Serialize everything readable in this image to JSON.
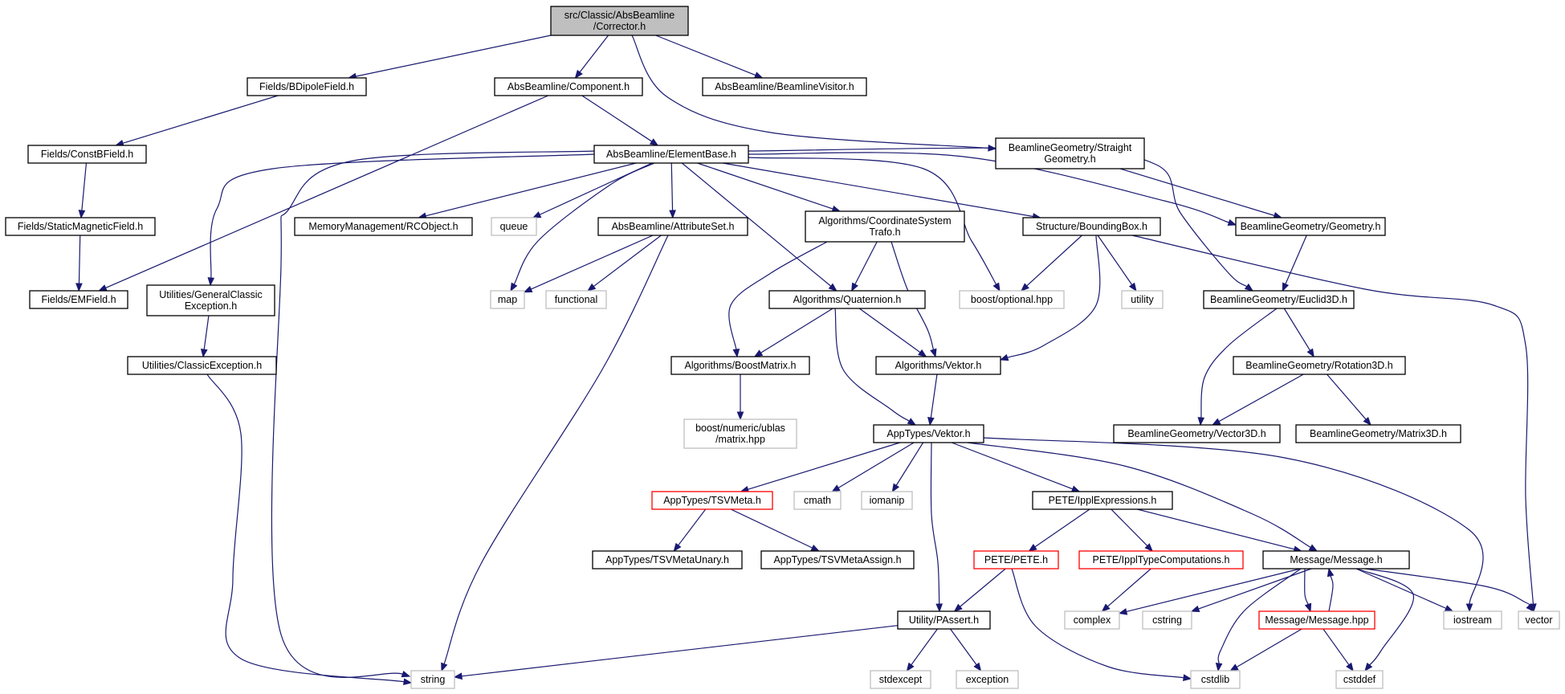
{
  "colors": {
    "edge": "#191970",
    "root_fill": "#bfbfbf",
    "default_border": "#000000",
    "system_border": "#bfbfbf",
    "truncated_border": "#ff0000"
  },
  "nodes": [
    {
      "id": "root",
      "lines": [
        "src/Classic/AbsBeamline",
        "/Corrector.h"
      ],
      "kind": "root"
    },
    {
      "id": "bdipole",
      "lines": [
        "Fields/BDipoleField.h"
      ],
      "kind": "default"
    },
    {
      "id": "component",
      "lines": [
        "AbsBeamline/Component.h"
      ],
      "kind": "default"
    },
    {
      "id": "visitor",
      "lines": [
        "AbsBeamline/BeamlineVisitor.h"
      ],
      "kind": "default"
    },
    {
      "id": "straight",
      "lines": [
        "BeamlineGeometry/Straight",
        "Geometry.h"
      ],
      "kind": "default"
    },
    {
      "id": "constb",
      "lines": [
        "Fields/ConstBField.h"
      ],
      "kind": "default"
    },
    {
      "id": "elementbase",
      "lines": [
        "AbsBeamline/ElementBase.h"
      ],
      "kind": "default"
    },
    {
      "id": "staticmag",
      "lines": [
        "Fields/StaticMagneticField.h"
      ],
      "kind": "default"
    },
    {
      "id": "rcobject",
      "lines": [
        "MemoryManagement/RCObject.h"
      ],
      "kind": "default"
    },
    {
      "id": "queue",
      "lines": [
        "queue"
      ],
      "kind": "system"
    },
    {
      "id": "attrset",
      "lines": [
        "AbsBeamline/AttributeSet.h"
      ],
      "kind": "default"
    },
    {
      "id": "coordtrafo",
      "lines": [
        "Algorithms/CoordinateSystem",
        "Trafo.h"
      ],
      "kind": "default"
    },
    {
      "id": "bbox",
      "lines": [
        "Structure/BoundingBox.h"
      ],
      "kind": "default"
    },
    {
      "id": "geometry",
      "lines": [
        "BeamlineGeometry/Geometry.h"
      ],
      "kind": "default"
    },
    {
      "id": "emfield",
      "lines": [
        "Fields/EMField.h"
      ],
      "kind": "default"
    },
    {
      "id": "genexc",
      "lines": [
        "Utilities/GeneralClassic",
        "Exception.h"
      ],
      "kind": "default"
    },
    {
      "id": "map",
      "lines": [
        "map"
      ],
      "kind": "system"
    },
    {
      "id": "functional",
      "lines": [
        "functional"
      ],
      "kind": "system"
    },
    {
      "id": "quaternion",
      "lines": [
        "Algorithms/Quaternion.h"
      ],
      "kind": "default"
    },
    {
      "id": "optional",
      "lines": [
        "boost/optional.hpp"
      ],
      "kind": "system"
    },
    {
      "id": "utility",
      "lines": [
        "utility"
      ],
      "kind": "system"
    },
    {
      "id": "euclid",
      "lines": [
        "BeamlineGeometry/Euclid3D.h"
      ],
      "kind": "default"
    },
    {
      "id": "classicexc",
      "lines": [
        "Utilities/ClassicException.h"
      ],
      "kind": "default"
    },
    {
      "id": "boostmatrix",
      "lines": [
        "Algorithms/BoostMatrix.h"
      ],
      "kind": "default"
    },
    {
      "id": "algvektor",
      "lines": [
        "Algorithms/Vektor.h"
      ],
      "kind": "default"
    },
    {
      "id": "rotation",
      "lines": [
        "BeamlineGeometry/Rotation3D.h"
      ],
      "kind": "default"
    },
    {
      "id": "ublas",
      "lines": [
        "boost/numeric/ublas",
        "/matrix.hpp"
      ],
      "kind": "system"
    },
    {
      "id": "appvektor",
      "lines": [
        "AppTypes/Vektor.h"
      ],
      "kind": "default"
    },
    {
      "id": "vector3d",
      "lines": [
        "BeamlineGeometry/Vector3D.h"
      ],
      "kind": "default"
    },
    {
      "id": "matrix3d",
      "lines": [
        "BeamlineGeometry/Matrix3D.h"
      ],
      "kind": "default"
    },
    {
      "id": "tsvmeta",
      "lines": [
        "AppTypes/TSVMeta.h"
      ],
      "kind": "truncated"
    },
    {
      "id": "cmath",
      "lines": [
        "cmath"
      ],
      "kind": "system"
    },
    {
      "id": "iomanip",
      "lines": [
        "iomanip"
      ],
      "kind": "system"
    },
    {
      "id": "ipplexpr",
      "lines": [
        "PETE/IpplExpressions.h"
      ],
      "kind": "default"
    },
    {
      "id": "tsvunary",
      "lines": [
        "AppTypes/TSVMetaUnary.h"
      ],
      "kind": "default"
    },
    {
      "id": "tsvassign",
      "lines": [
        "AppTypes/TSVMetaAssign.h"
      ],
      "kind": "default"
    },
    {
      "id": "pete",
      "lines": [
        "PETE/PETE.h"
      ],
      "kind": "truncated"
    },
    {
      "id": "ippltype",
      "lines": [
        "PETE/IpplTypeComputations.h"
      ],
      "kind": "truncated"
    },
    {
      "id": "message",
      "lines": [
        "Message/Message.h"
      ],
      "kind": "default"
    },
    {
      "id": "complex",
      "lines": [
        "complex"
      ],
      "kind": "system"
    },
    {
      "id": "cstring",
      "lines": [
        "cstring"
      ],
      "kind": "system"
    },
    {
      "id": "messagehpp",
      "lines": [
        "Message/Message.hpp"
      ],
      "kind": "truncated"
    },
    {
      "id": "iostream",
      "lines": [
        "iostream"
      ],
      "kind": "system"
    },
    {
      "id": "vector",
      "lines": [
        "vector"
      ],
      "kind": "system"
    },
    {
      "id": "passert",
      "lines": [
        "Utility/PAssert.h"
      ],
      "kind": "default"
    },
    {
      "id": "string",
      "lines": [
        "string"
      ],
      "kind": "system"
    },
    {
      "id": "stdexcept",
      "lines": [
        "stdexcept"
      ],
      "kind": "system"
    },
    {
      "id": "exception",
      "lines": [
        "exception"
      ],
      "kind": "system"
    },
    {
      "id": "cstdlib",
      "lines": [
        "cstdlib"
      ],
      "kind": "system"
    },
    {
      "id": "cstddef",
      "lines": [
        "cstddef"
      ],
      "kind": "system"
    }
  ],
  "edges": [
    {
      "from": "root",
      "to": "bdipole"
    },
    {
      "from": "root",
      "to": "component"
    },
    {
      "from": "root",
      "to": "visitor"
    },
    {
      "from": "root",
      "to": "straight"
    },
    {
      "from": "bdipole",
      "to": "constb"
    },
    {
      "from": "constb",
      "to": "staticmag"
    },
    {
      "from": "staticmag",
      "to": "emfield"
    },
    {
      "from": "component",
      "to": "emfield"
    },
    {
      "from": "component",
      "to": "elementbase"
    },
    {
      "from": "straight",
      "to": "geometry"
    },
    {
      "from": "elementbase",
      "to": "genexc"
    },
    {
      "from": "elementbase",
      "to": "string"
    },
    {
      "from": "elementbase",
      "to": "rcobject"
    },
    {
      "from": "elementbase",
      "to": "queue"
    },
    {
      "from": "elementbase",
      "to": "map"
    },
    {
      "from": "elementbase",
      "to": "attrset"
    },
    {
      "from": "elementbase",
      "to": "quaternion"
    },
    {
      "from": "elementbase",
      "to": "coordtrafo"
    },
    {
      "from": "elementbase",
      "to": "bbox"
    },
    {
      "from": "elementbase",
      "to": "optional"
    },
    {
      "from": "elementbase",
      "to": "geometry"
    },
    {
      "from": "elementbase",
      "to": "euclid"
    },
    {
      "from": "genexc",
      "to": "classicexc"
    },
    {
      "from": "classicexc",
      "to": "string"
    },
    {
      "from": "attrset",
      "to": "map"
    },
    {
      "from": "attrset",
      "to": "functional"
    },
    {
      "from": "attrset",
      "to": "string"
    },
    {
      "from": "coordtrafo",
      "to": "boostmatrix"
    },
    {
      "from": "coordtrafo",
      "to": "quaternion"
    },
    {
      "from": "coordtrafo",
      "to": "algvektor"
    },
    {
      "from": "quaternion",
      "to": "boostmatrix"
    },
    {
      "from": "quaternion",
      "to": "algvektor"
    },
    {
      "from": "quaternion",
      "to": "appvektor"
    },
    {
      "from": "bbox",
      "to": "optional"
    },
    {
      "from": "bbox",
      "to": "utility"
    },
    {
      "from": "bbox",
      "to": "algvektor"
    },
    {
      "from": "bbox",
      "to": "vector"
    },
    {
      "from": "geometry",
      "to": "euclid"
    },
    {
      "from": "euclid",
      "to": "rotation"
    },
    {
      "from": "euclid",
      "to": "vector3d"
    },
    {
      "from": "rotation",
      "to": "vector3d"
    },
    {
      "from": "rotation",
      "to": "matrix3d"
    },
    {
      "from": "boostmatrix",
      "to": "ublas"
    },
    {
      "from": "algvektor",
      "to": "appvektor"
    },
    {
      "from": "appvektor",
      "to": "tsvmeta"
    },
    {
      "from": "appvektor",
      "to": "cmath"
    },
    {
      "from": "appvektor",
      "to": "iomanip"
    },
    {
      "from": "appvektor",
      "to": "ipplexpr"
    },
    {
      "from": "appvektor",
      "to": "passert"
    },
    {
      "from": "appvektor",
      "to": "message"
    },
    {
      "from": "appvektor",
      "to": "iostream"
    },
    {
      "from": "tsvmeta",
      "to": "tsvunary"
    },
    {
      "from": "tsvmeta",
      "to": "tsvassign"
    },
    {
      "from": "ipplexpr",
      "to": "pete"
    },
    {
      "from": "ipplexpr",
      "to": "ippltype"
    },
    {
      "from": "ipplexpr",
      "to": "message"
    },
    {
      "from": "pete",
      "to": "passert"
    },
    {
      "from": "pete",
      "to": "cstdlib"
    },
    {
      "from": "ippltype",
      "to": "complex"
    },
    {
      "from": "passert",
      "to": "string"
    },
    {
      "from": "passert",
      "to": "stdexcept"
    },
    {
      "from": "passert",
      "to": "exception"
    },
    {
      "from": "message",
      "to": "complex"
    },
    {
      "from": "message",
      "to": "cstring"
    },
    {
      "from": "message",
      "to": "cstdlib"
    },
    {
      "from": "message",
      "to": "messagehpp"
    },
    {
      "from": "message",
      "to": "cstddef"
    },
    {
      "from": "message",
      "to": "iostream"
    },
    {
      "from": "message",
      "to": "vector"
    },
    {
      "from": "messagehpp",
      "to": "message"
    },
    {
      "from": "messagehpp",
      "to": "cstdlib"
    },
    {
      "from": "messagehpp",
      "to": "cstddef"
    }
  ]
}
